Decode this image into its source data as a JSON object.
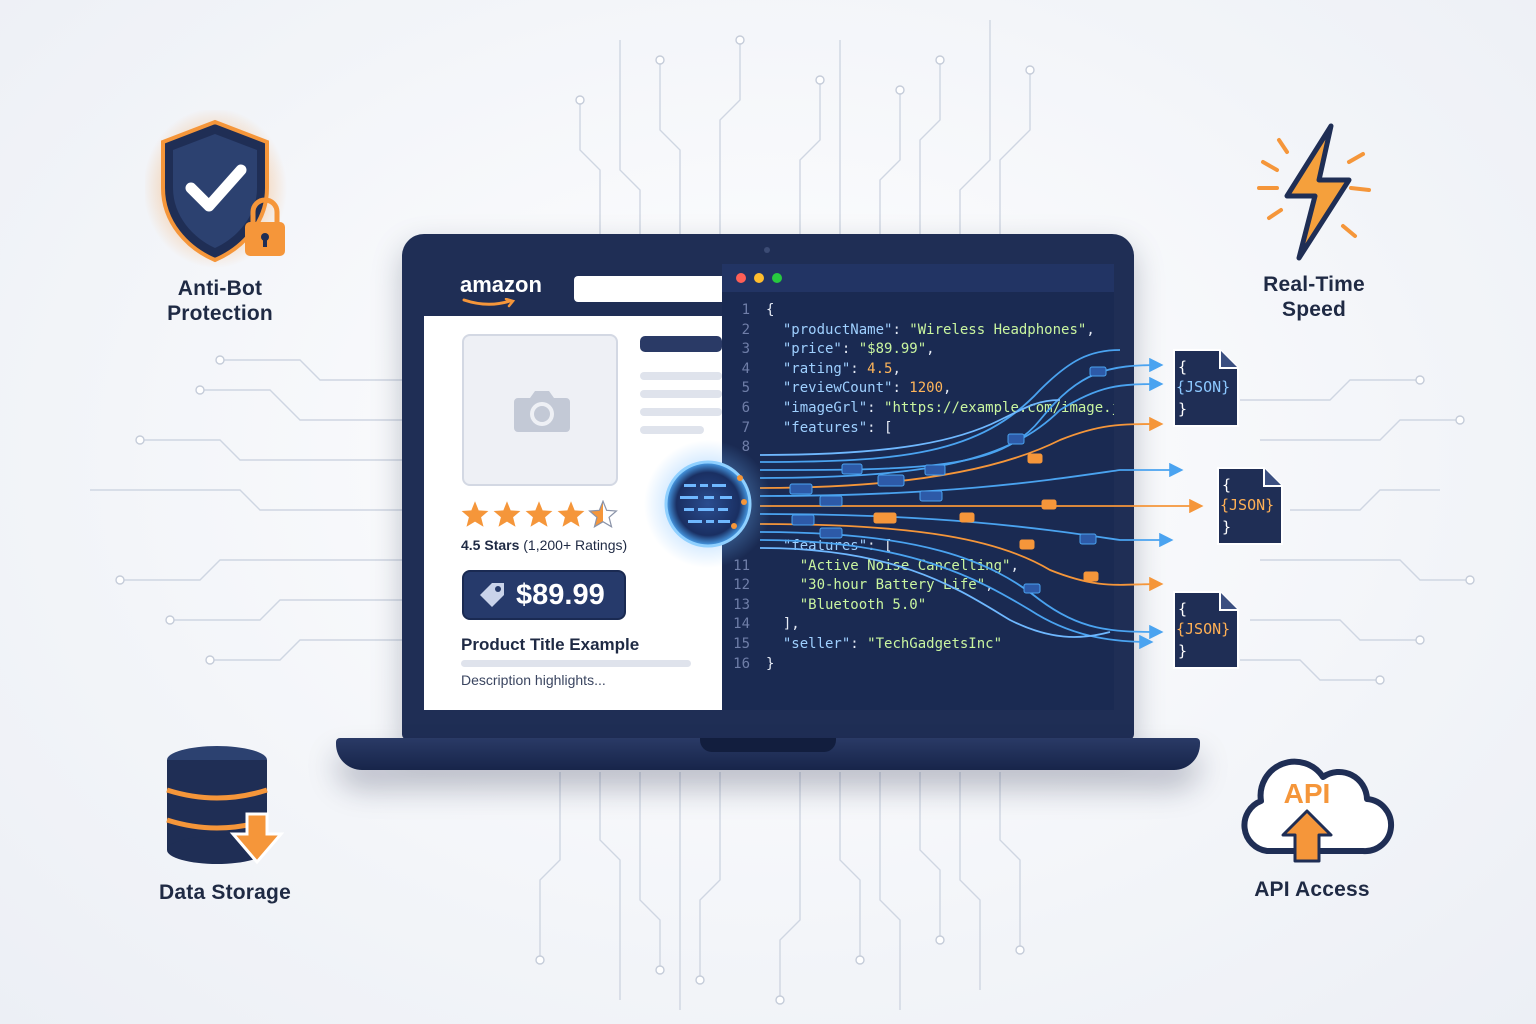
{
  "features": {
    "anti_bot": "Anti-Bot\nProtection",
    "real_time": "Real-Time\nSpeed",
    "data_storage": "Data Storage",
    "api_access": "API Access",
    "api_icon_text": "API"
  },
  "store": {
    "logo": "amazon",
    "rating_bold": "4.5 Stars",
    "rating_rest": " (1,200+ Ratings)",
    "price": "$89.99",
    "product_title": "Product Title Example",
    "description": "Description highlights..."
  },
  "code": {
    "line_numbers": [
      "1",
      "2",
      "3",
      "4",
      "5",
      "6",
      "7",
      "8",
      "11",
      "12",
      "13",
      "14",
      "15",
      "16"
    ],
    "lines": {
      "l1": "{",
      "l2k": "\"productName\"",
      "l2v": "\"Wireless Headphones\"",
      "l3k": "\"price\"",
      "l3v": "\"$89.99\"",
      "l4k": "\"rating\"",
      "l4v": "4.5",
      "l5k": "\"reviewCount\"",
      "l5v": "1200",
      "l6k": "\"imageGrl\"",
      "l6v": "\"https://example.com/image.jpg\"",
      "l7k": "\"features\"",
      "l10k": "\"features\"",
      "l11v": "\"Active Noise Cancelling\"",
      "l12v": "\"30-hour Battery Life\"",
      "l13v": "\"Bluetooth 5.0\"",
      "l14": "],",
      "l15k": "\"seller\"",
      "l15v": "\"TechGadgetsInc\"",
      "l16": "}"
    }
  },
  "json_files": [
    {
      "open": "{",
      "label": "{JSON}",
      "close": "}",
      "color": "#8cc8ff"
    },
    {
      "open": "{",
      "label": "{JSON}",
      "close": "}",
      "color": "#ffb055"
    },
    {
      "open": "{",
      "label": "{JSON}",
      "close": "}",
      "color": "#ffb055"
    }
  ],
  "colors": {
    "navy": "#1f2e55",
    "orange": "#f5963a",
    "blue_stream": "#4aa3f0",
    "star": "#f5963a"
  }
}
